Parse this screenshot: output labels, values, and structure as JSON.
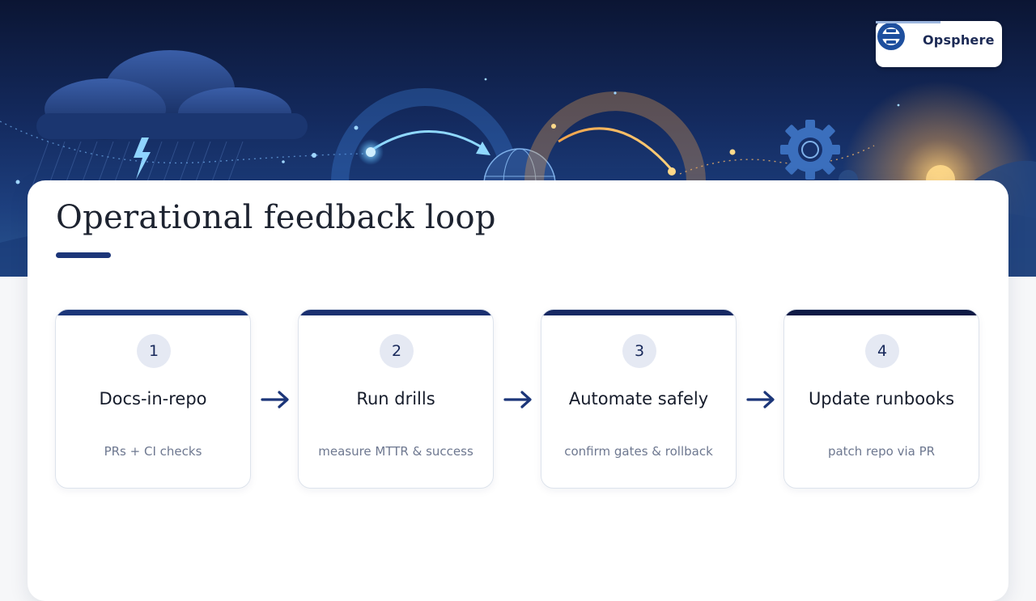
{
  "brand": {
    "name": "Opsphere"
  },
  "slide": {
    "title": "Operational feedback loop"
  },
  "steps": [
    {
      "number": "1",
      "title": "Docs-in-repo",
      "description": "PRs + CI checks",
      "accent": "#1c3679"
    },
    {
      "number": "2",
      "title": "Run drills",
      "description": "measure MTTR & success",
      "accent": "#1b3070"
    },
    {
      "number": "3",
      "title": "Automate safely",
      "description": "confirm gates & rollback",
      "accent": "#172963"
    },
    {
      "number": "4",
      "title": "Update runbooks",
      "description": "patch repo via PR",
      "accent": "#0f1a45"
    }
  ],
  "colors": {
    "hero_top": "#0b1533",
    "hero_bottom": "#2a5691",
    "navy_accent": "#1c3679",
    "arrow": "#1c3679",
    "warm_glow": "#f2a64a"
  },
  "icons": [
    "cloud-icon",
    "lightning-icon",
    "loop-arrow-icon",
    "globe-icon",
    "gear-icon",
    "arrow-right-icon",
    "opsphere-logo-icon"
  ]
}
